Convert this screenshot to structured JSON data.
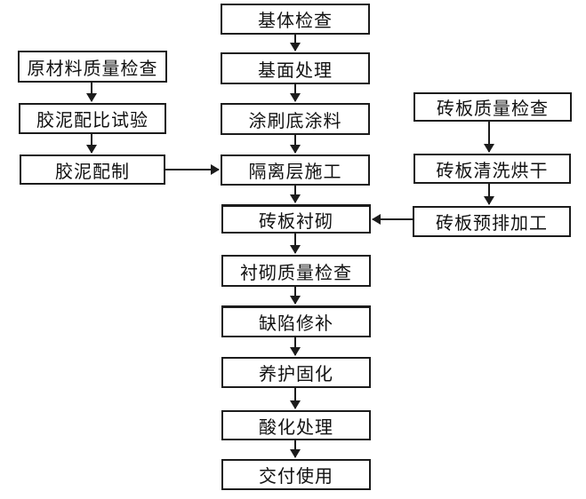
{
  "diagram": {
    "type": "flowchart",
    "language": "zh-CN",
    "colors": {
      "background": "#ffffff",
      "box_fill": "#ffffff",
      "box_border": "#1c1c1c",
      "text": "#111111",
      "arrow": "#1c1c1c"
    },
    "nodes": [
      {
        "id": "base-inspection",
        "column": "center",
        "label": "基体检查"
      },
      {
        "id": "surface-treatment",
        "column": "center",
        "label": "基面处理"
      },
      {
        "id": "apply-primer",
        "column": "center",
        "label": "涂刷底涂料"
      },
      {
        "id": "isolation-layer-work",
        "column": "center",
        "label": "隔离层施工"
      },
      {
        "id": "brick-lining",
        "column": "center",
        "label": "砖板衬砌"
      },
      {
        "id": "lining-quality-check",
        "column": "center",
        "label": "衬砌质量检查"
      },
      {
        "id": "defect-repair",
        "column": "center",
        "label": "缺陷修补"
      },
      {
        "id": "curing-solidification",
        "column": "center",
        "label": "养护固化"
      },
      {
        "id": "acid-treatment",
        "column": "center",
        "label": "酸化处理"
      },
      {
        "id": "delivery-use",
        "column": "center",
        "label": "交付使用"
      },
      {
        "id": "raw-material-check",
        "column": "left",
        "label": "原材料质量检查"
      },
      {
        "id": "mortar-ratio-test",
        "column": "left",
        "label": "胶泥配比试验"
      },
      {
        "id": "mortar-preparation",
        "column": "left",
        "label": "胶泥配制"
      },
      {
        "id": "brick-quality-check",
        "column": "right",
        "label": "砖板质量检查"
      },
      {
        "id": "brick-clean-dry",
        "column": "right",
        "label": "砖板清洗烘干"
      },
      {
        "id": "brick-prearrange",
        "column": "right",
        "label": "砖板预排加工"
      }
    ],
    "edges": [
      {
        "from": "base-inspection",
        "to": "surface-treatment"
      },
      {
        "from": "surface-treatment",
        "to": "apply-primer"
      },
      {
        "from": "apply-primer",
        "to": "isolation-layer-work"
      },
      {
        "from": "isolation-layer-work",
        "to": "brick-lining"
      },
      {
        "from": "brick-lining",
        "to": "lining-quality-check"
      },
      {
        "from": "lining-quality-check",
        "to": "defect-repair"
      },
      {
        "from": "defect-repair",
        "to": "curing-solidification"
      },
      {
        "from": "curing-solidification",
        "to": "acid-treatment"
      },
      {
        "from": "acid-treatment",
        "to": "delivery-use"
      },
      {
        "from": "raw-material-check",
        "to": "mortar-ratio-test"
      },
      {
        "from": "mortar-ratio-test",
        "to": "mortar-preparation"
      },
      {
        "from": "mortar-preparation",
        "to": "isolation-layer-work"
      },
      {
        "from": "brick-quality-check",
        "to": "brick-clean-dry"
      },
      {
        "from": "brick-clean-dry",
        "to": "brick-prearrange"
      },
      {
        "from": "brick-prearrange",
        "to": "brick-lining"
      }
    ]
  }
}
